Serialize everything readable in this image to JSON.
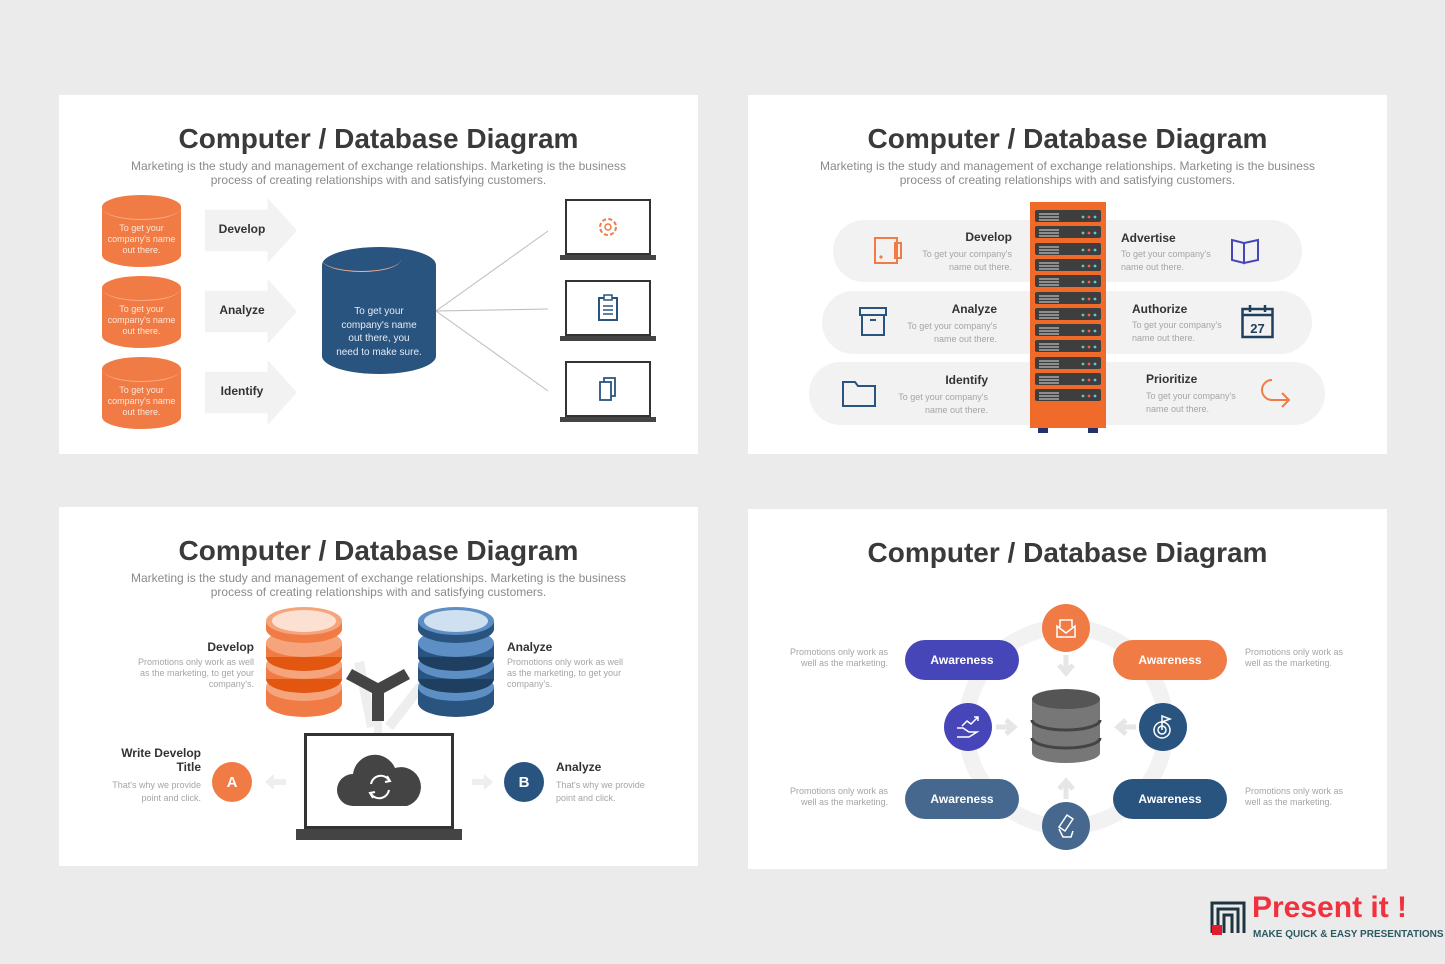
{
  "slide_title": "Computer / Database Diagram",
  "slide_subtitle_1": "Marketing is the study and management of exchange relationships. Marketing is the business",
  "slide_subtitle_2": "process of creating relationships with and satisfying customers.",
  "slide1": {
    "cylinder_text": "To get your company's name out there.",
    "arrows": [
      "Develop",
      "Analyze",
      "Identify"
    ],
    "db_text": "To get your company's name out there, you need to make sure.",
    "laptop_icons": [
      "gear-icon",
      "clipboard-icon",
      "copy-icon"
    ]
  },
  "slide2": {
    "desc": "To get your company's name out there.",
    "left": [
      "Develop",
      "Analyze",
      "Identify"
    ],
    "right": [
      "Advertise",
      "Authorize",
      "Prioritize"
    ],
    "calendar_day": "27"
  },
  "slide3": {
    "develop": "Develop",
    "analyze": "Analyze",
    "promo": "Promotions only work as well as the marketing, to get your company's.",
    "write_title": "Write Develop Title",
    "analyze_b": "Analyze",
    "click_text": "That's why we provide point and click.",
    "badge_a": "A",
    "badge_b": "B"
  },
  "slide4": {
    "pills": [
      "Awareness",
      "Awareness",
      "Awareness",
      "Awareness"
    ],
    "promo": "Promotions only work as well as the marketing."
  },
  "colors": {
    "orange": "#f07b45",
    "navy": "#2a5480",
    "indigo": "#4646b8",
    "steel": "#46688f"
  },
  "logo": {
    "name": "Present it !",
    "tagline": "MAKE QUICK & EASY PRESENTATIONS"
  }
}
